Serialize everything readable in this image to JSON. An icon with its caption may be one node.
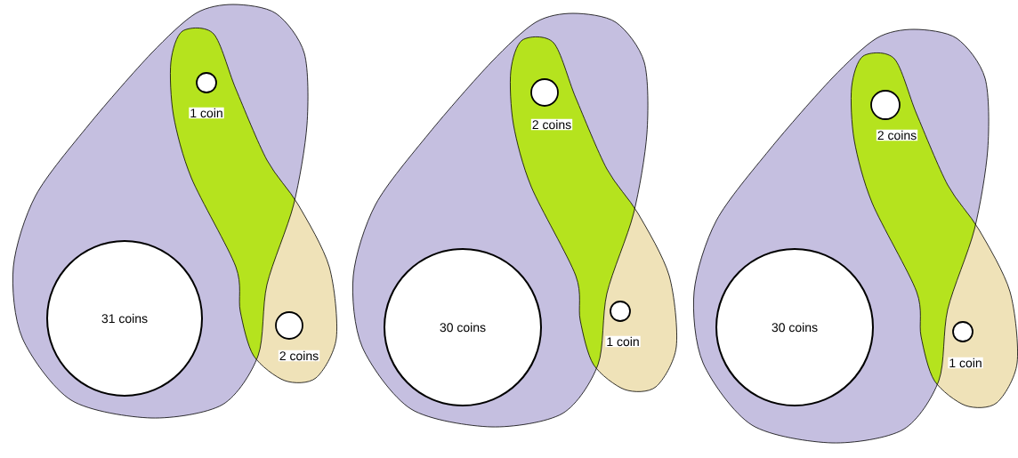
{
  "diagram": {
    "nodes": [
      {
        "text": [
          "31 coins"
        ]
      },
      {
        "text": [],
        "shape": "circle",
        "beside": [
          "1 coin"
        ]
      },
      {
        "text": [],
        "shape": "circle",
        "beside": [
          "2 coins"
        ]
      },
      {
        "text": [
          "30 coins"
        ]
      },
      {
        "text": [],
        "shape": "circle",
        "beside": [
          "2 coins"
        ]
      },
      {
        "text": [],
        "shape": "circle",
        "beside": [
          "1 coin"
        ]
      },
      {
        "text": [
          "30 coins"
        ]
      },
      {
        "text": [],
        "shape": "circle",
        "beside": [
          "2 coins"
        ]
      },
      {
        "text": [],
        "shape": "circle",
        "beside": [
          "1 coin"
        ]
      }
    ]
  }
}
